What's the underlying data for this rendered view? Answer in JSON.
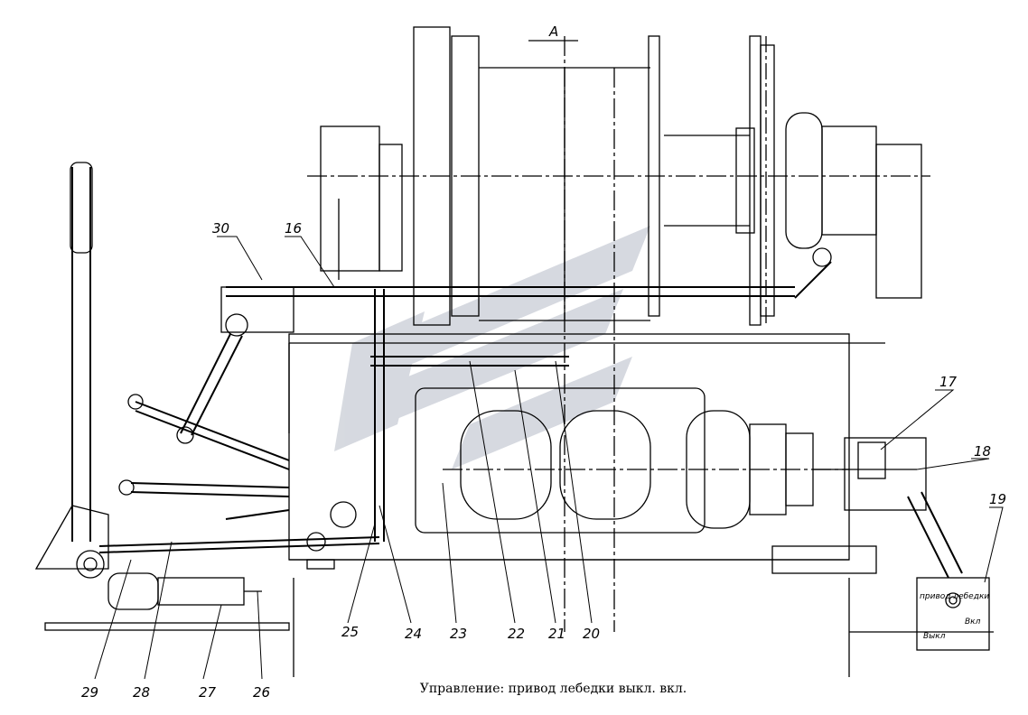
{
  "view_label": "А",
  "caption": "Управление: привод лебедки выкл. вкл.",
  "plate": {
    "top": "привод лебедки",
    "off": "Выкл",
    "on": "Вкл"
  },
  "callouts": [
    "30",
    "16",
    "17",
    "18",
    "19",
    "29",
    "28",
    "27",
    "26",
    "25",
    "24",
    "23",
    "22",
    "21",
    "20"
  ],
  "colors": {
    "line": "#000000",
    "watermark": "#c9cdd6"
  }
}
